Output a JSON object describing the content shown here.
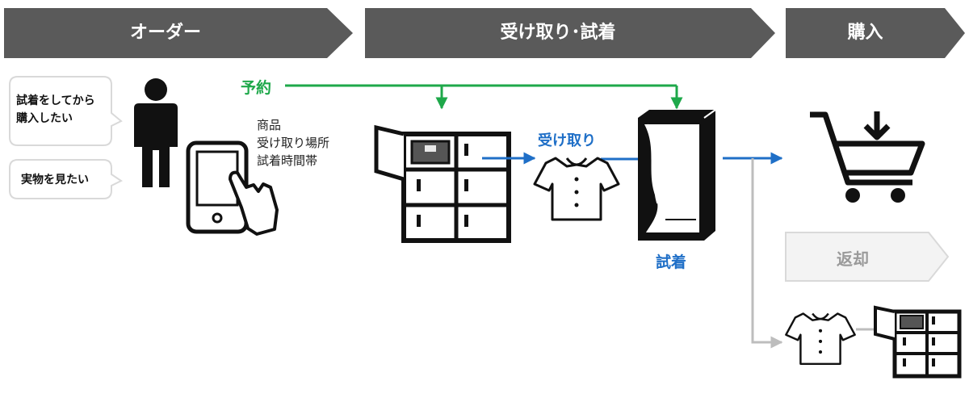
{
  "stages": [
    {
      "label": "オーダー"
    },
    {
      "label": "受け取り･試着"
    },
    {
      "label": "購入"
    }
  ],
  "bubbles": [
    {
      "text": "試着をしてから\n購入したい"
    },
    {
      "text": "実物を見たい"
    }
  ],
  "order_details": "商品\n受け取り場所\n試着時間帯",
  "labels": {
    "reserve": "予約",
    "pickup": "受け取り",
    "fitting": "試着",
    "return": "返却"
  },
  "colors": {
    "banner": "#5a5a5a",
    "return_banner": "#f3f3f3",
    "reserve_line": "#1ea84a",
    "flow_line": "#1f6fc7",
    "return_line": "#bdbdbd",
    "icon": "#111111"
  },
  "icons": [
    "person-icon",
    "tablet-icon",
    "hand-pointer-icon",
    "locker-icon",
    "blouse-icon",
    "fitting-room-icon",
    "cart-icon"
  ]
}
